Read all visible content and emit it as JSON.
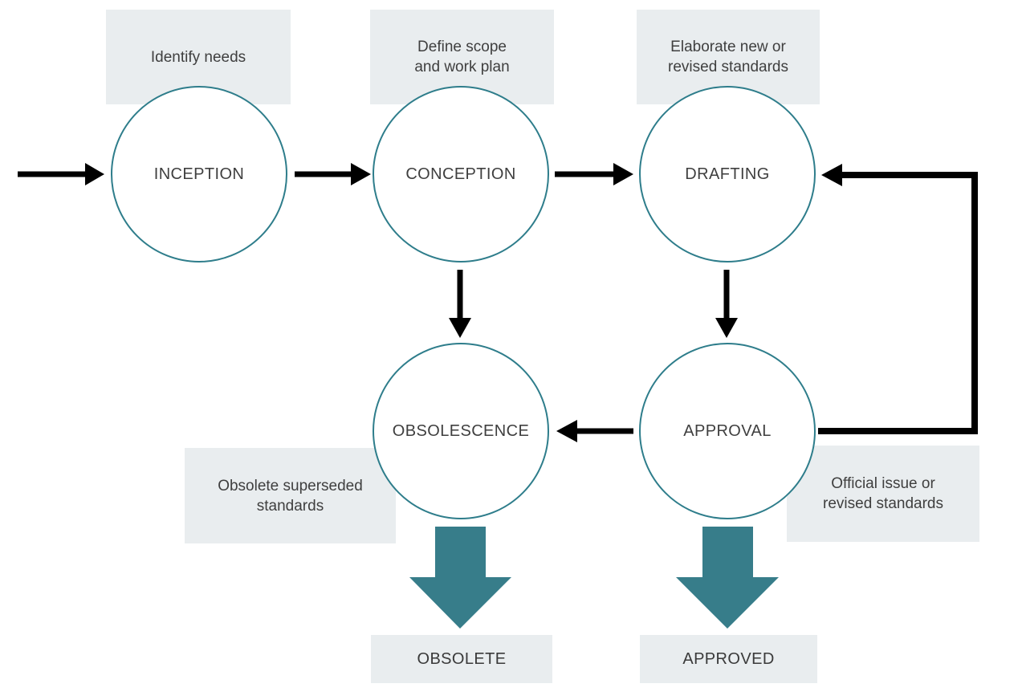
{
  "palette": {
    "circle_stroke": "#2e7d8b",
    "block_arrow_fill": "#377d8a",
    "note_background": "#e9edef",
    "text_color": "#3f3f3f",
    "flow_arrow_color": "#000000"
  },
  "stages": {
    "inception": "INCEPTION",
    "conception": "CONCEPTION",
    "drafting": "DRAFTING",
    "obsolescence": "OBSOLESCENCE",
    "approval": "APPROVAL"
  },
  "notes": {
    "identify_needs": {
      "lines": [
        "Identify needs"
      ]
    },
    "define_scope": {
      "lines": [
        "Define scope",
        "and work plan"
      ]
    },
    "elaborate": {
      "lines": [
        "Elaborate new or",
        "revised standards"
      ]
    },
    "obsolete_superseded": {
      "lines": [
        "Obsolete superseded",
        "standards"
      ]
    },
    "official_issue": {
      "lines": [
        "Official issue or",
        "revised standards"
      ]
    }
  },
  "terminals": {
    "obsolete": "OBSOLETE",
    "approved": "APPROVED"
  }
}
